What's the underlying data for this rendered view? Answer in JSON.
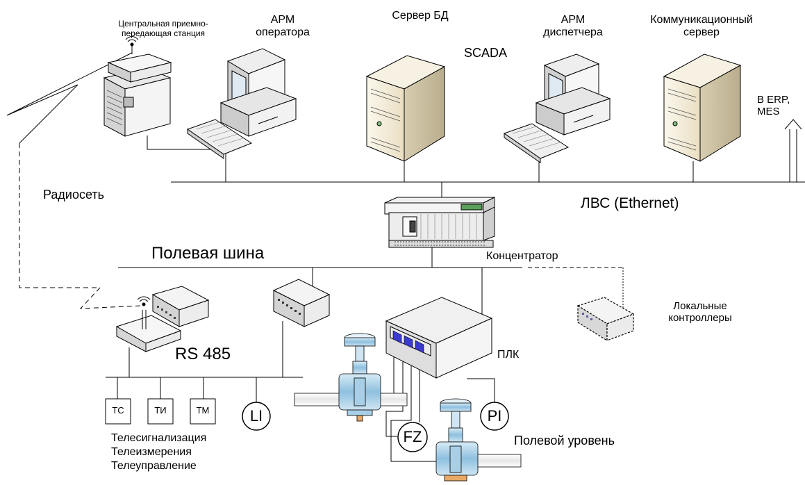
{
  "labels": {
    "central_station": "Центральная приемно-\nпередающая станция",
    "arm_operator": "АРМ\nоператора",
    "db_server": "Сервер БД",
    "scada": "SCADA",
    "arm_dispatcher": "АРМ\nдиспетчера",
    "comm_server": "Коммуникационный\nсервер",
    "erp_mes": "В ERP,\nMES",
    "radio_network": "Радиосеть",
    "lan": "ЛВС (Ethernet)",
    "field_bus": "Полевая шина",
    "concentrator": "Концентратор",
    "local_controllers": "Локальные\nконтроллеры",
    "rs485": "RS 485",
    "plc": "ПЛК",
    "field_level": "Полевой уровень",
    "telesignal": "Телесигнализация",
    "telemeasure": "Телеизмерения",
    "telecontrol": "Телеуправление"
  },
  "boxes": {
    "tc": "ТС",
    "ti": "ТИ",
    "tm": "ТМ"
  },
  "instruments": {
    "li": "LI",
    "fz": "FZ",
    "pi": "PI"
  },
  "colors": {
    "line": "#000000",
    "server_face": "#f3ecd8",
    "server_side": "#cfc4a4",
    "device_face": "#f2f2f2",
    "device_side": "#c8c8c8",
    "screen": "#dfe9f2",
    "plc_indicator": "#3a3ad0",
    "valve_blue": "#a8cfe6",
    "valve_orange": "#e8a866",
    "display_green": "#5aa05a"
  }
}
